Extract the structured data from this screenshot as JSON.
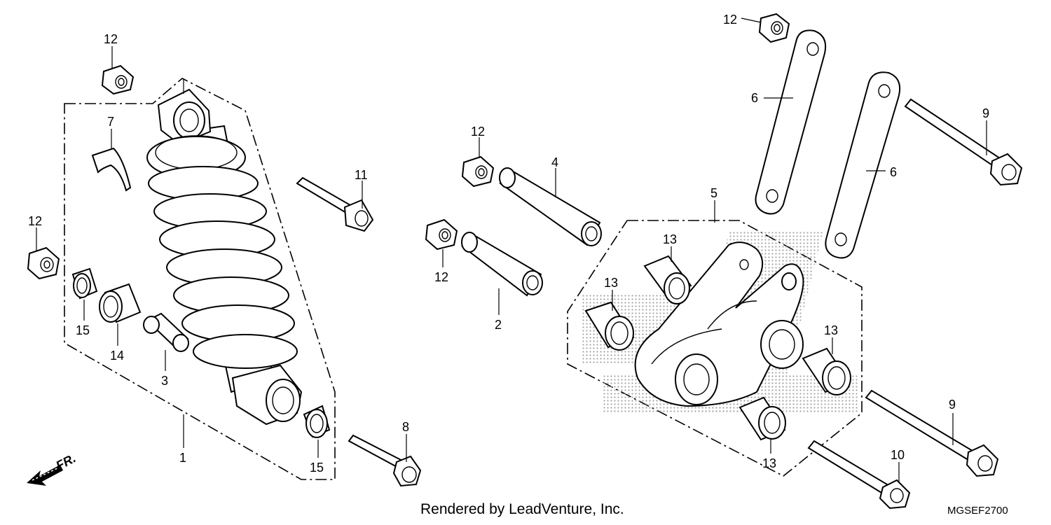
{
  "diagram": {
    "callouts": {
      "c1": "1",
      "c2": "2",
      "c3": "3",
      "c4": "4",
      "c5": "5",
      "c6a": "6",
      "c6b": "6",
      "c7": "7",
      "c8": "8",
      "c9a": "9",
      "c9b": "9",
      "c10": "10",
      "c11": "11",
      "c12a": "12",
      "c12b": "12",
      "c12c": "12",
      "c12d": "12",
      "c12e": "12",
      "c13a": "13",
      "c13b": "13",
      "c13c": "13",
      "c13d": "13",
      "c14": "14",
      "c15a": "15",
      "c15b": "15"
    },
    "front_arrow_label": "FR.",
    "footer_text": "Rendered by LeadVenture, Inc.",
    "diagram_code": "MGSEF2700",
    "colors": {
      "ink": "#000000",
      "paper": "#ffffff",
      "dot_pattern": "#9a9a9a"
    }
  }
}
